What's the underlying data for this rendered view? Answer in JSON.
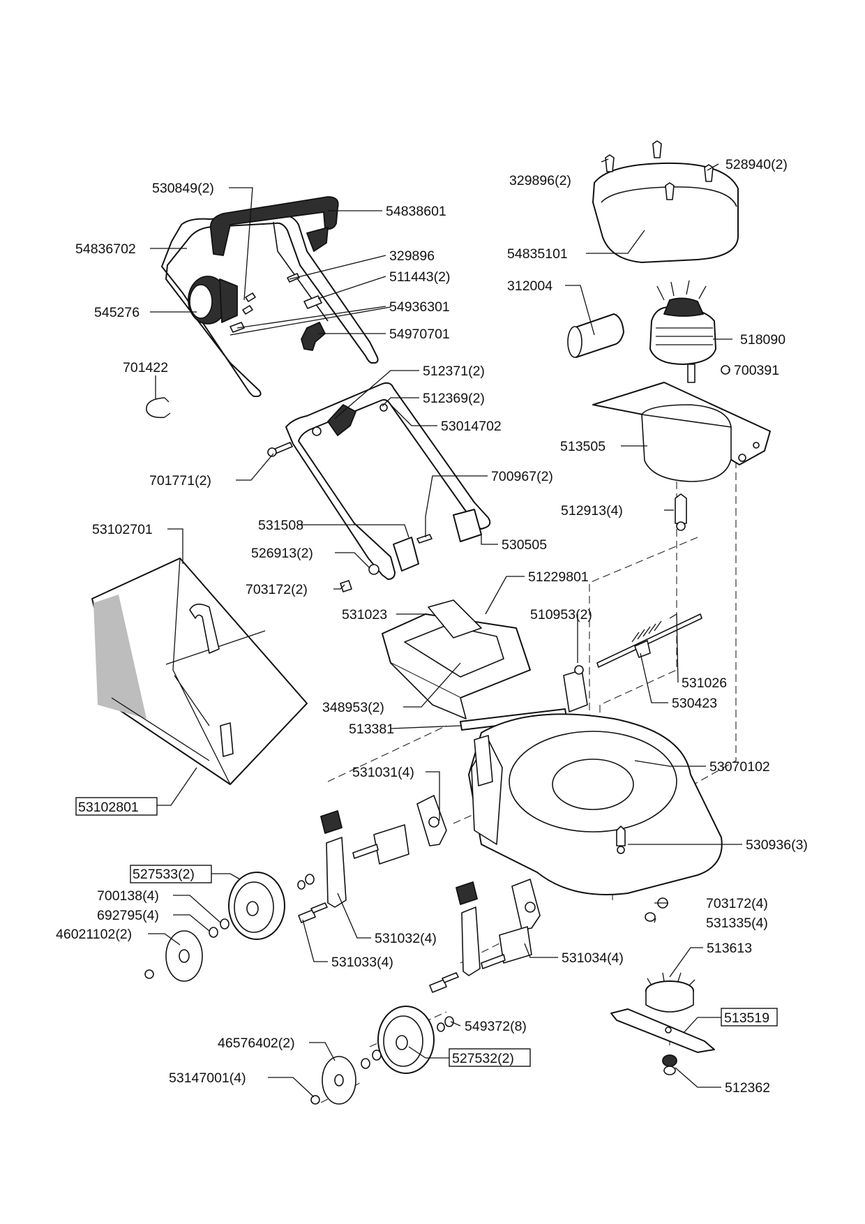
{
  "labels": {
    "p530849": "530849(2)",
    "p54838601": "54838601",
    "p54836702": "54836702",
    "p329896": "329896",
    "p511443": "511443(2)",
    "p545276": "545276",
    "p54936301": "54936301",
    "p54970701": "54970701",
    "p701422": "701422",
    "p512371": "512371(2)",
    "p512369": "512369(2)",
    "p53014702": "53014702",
    "p701771": "701771(2)",
    "p700967": "700967(2)",
    "p531508": "531508",
    "p530505": "530505",
    "p53102701": "53102701",
    "p526913": "526913(2)",
    "p703172a": "703172(2)",
    "p51229801": "51229801",
    "p531023": "531023",
    "p510953": "510953(2)",
    "p531026": "531026",
    "p348953": "348953(2)",
    "p530423": "530423",
    "p513381": "513381",
    "p53070102": "53070102",
    "p531031": "531031(4)",
    "p53102801": "53102801",
    "p530936": "530936(3)",
    "p527533": "527533(2)",
    "p700138": "700138(4)",
    "p703172b": "703172(4)",
    "p692795": "692795(4)",
    "p531335": "531335(4)",
    "p46021102": "46021102(2)",
    "p531032": "531032(4)",
    "p513613": "513613",
    "p531033": "531033(4)",
    "p531034": "531034(4)",
    "p513519": "513519",
    "p549372": "549372(8)",
    "p46576402": "46576402(2)",
    "p527532": "527532(2)",
    "p53147001": "53147001(4)",
    "p512362": "512362",
    "p329896b": "329896(2)",
    "p528940": "528940(2)",
    "p54835101": "54835101",
    "p312004": "312004",
    "p518090": "518090",
    "p700391": "700391",
    "p513505": "513505",
    "p512913": "512913(4)"
  }
}
